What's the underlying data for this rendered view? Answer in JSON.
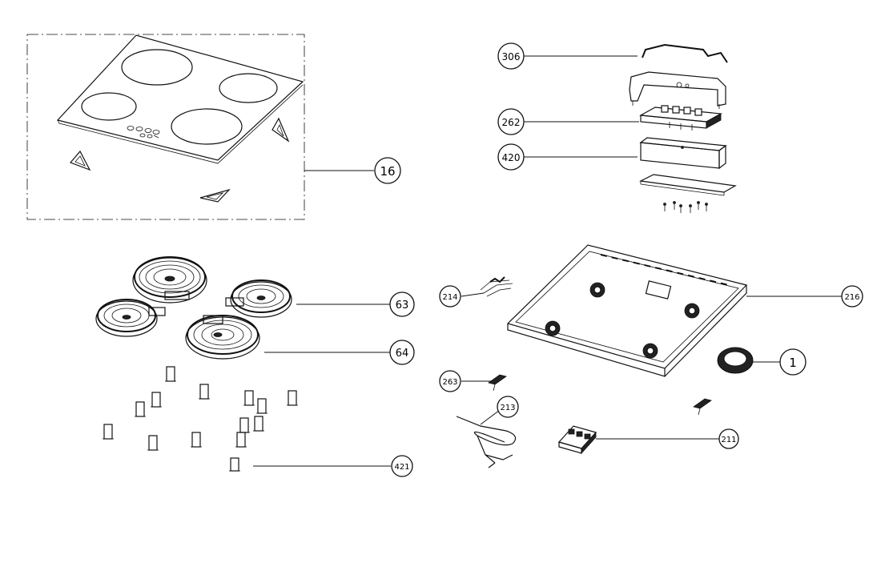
{
  "callouts": {
    "c16": "16",
    "c306": "306",
    "c262": "262",
    "c420": "420",
    "c63": "63",
    "c64": "64",
    "c214": "214",
    "c216": "216",
    "c1": "1",
    "c263": "263",
    "c213": "213",
    "c211": "211",
    "c421": "421"
  }
}
